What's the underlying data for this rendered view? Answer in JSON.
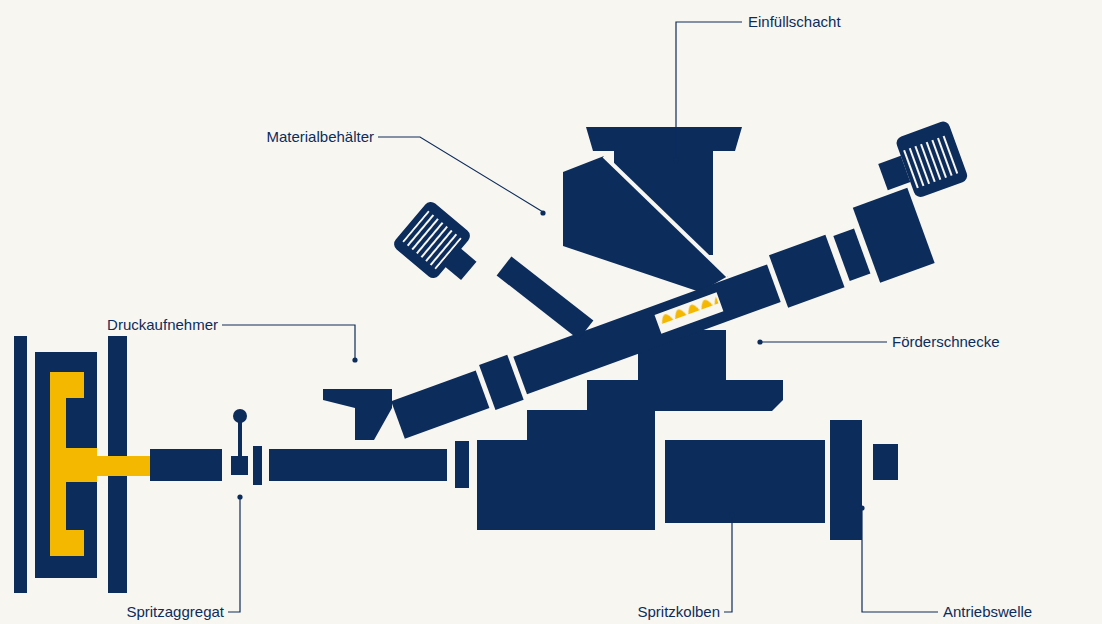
{
  "diagram": {
    "labels": [
      "Einfüllschacht",
      "Materialbehälter",
      "Druckaufnehmer",
      "Förderschnecke",
      "Spritzaggregat",
      "Spritzkolben",
      "Antriebswelle"
    ]
  }
}
